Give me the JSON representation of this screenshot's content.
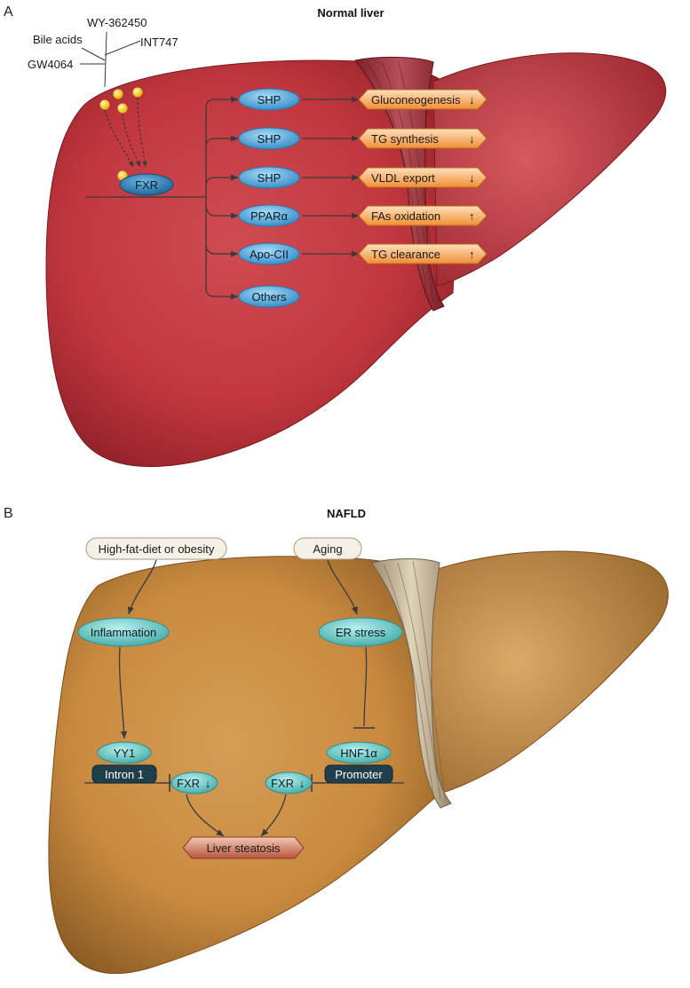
{
  "panel_a": {
    "letter": "A",
    "title": "Normal liver",
    "ligands": [
      "WY-362450",
      "Bile acids",
      "INT747",
      "GW4064"
    ],
    "receptor": "FXR",
    "targets": [
      "SHP",
      "SHP",
      "SHP",
      "PPARα",
      "Apo-CII",
      "Others"
    ],
    "outcomes": [
      {
        "label": "Gluconeogenesis",
        "direction": "↓"
      },
      {
        "label": "TG synthesis",
        "direction": "↓"
      },
      {
        "label": "VLDL export",
        "direction": "↓"
      },
      {
        "label": "FAs oxidation",
        "direction": "↑"
      },
      {
        "label": "TG clearance",
        "direction": "↑"
      }
    ]
  },
  "panel_b": {
    "letter": "B",
    "title": "NAFLD",
    "trigger_left": "High-fat-diet or obesity",
    "trigger_right": "Aging",
    "mediator_left": "Inflammation",
    "mediator_right": "ER stress",
    "factor_left": "YY1",
    "factor_right": "HNF1α",
    "site_left": "Intron 1",
    "site_right": "Promoter",
    "fxr_left": "FXR",
    "fxr_right": "FXR",
    "fxr_direction": "↓",
    "result": "Liver steatosis"
  },
  "colors": {
    "liver_normal": "#c9434a",
    "liver_normal_dark": "#8e1f26",
    "liver_nafld": "#cf9650",
    "liver_nafld_dark": "#8a5b25",
    "node_blue": "#4aa3d6",
    "node_teal": "#5ec7c4",
    "outcome_orange": "#f3a55a",
    "dark_box": "#1f3f4c",
    "result_red": "#c56a55"
  }
}
